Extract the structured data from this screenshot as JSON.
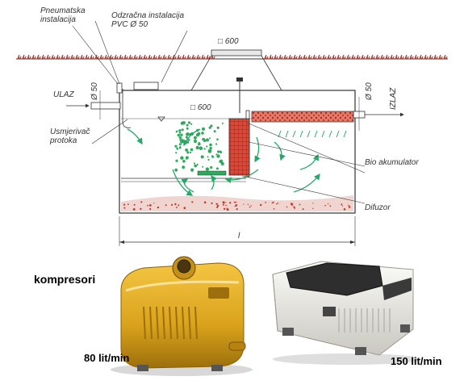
{
  "diagram": {
    "labels": {
      "pneumatic_installation": [
        "Pneumatska",
        "instalacija"
      ],
      "air_installation": [
        "Odzračna instalacija",
        "PVC Ø 50"
      ],
      "inlet": "ULAZ",
      "inlet_diameter": "Ø 50",
      "outlet": "IZLAZ",
      "outlet_diameter": "Ø 50",
      "manhole_top": "□ 600",
      "manhole_inner": "□ 600",
      "flow_director": [
        "Usmjerivač",
        "protoka"
      ],
      "bio_accumulator": "Bio akumulator",
      "diffuser": "Difuzor",
      "length": "l"
    },
    "colors": {
      "line": "#333333",
      "grass": "#c0392b",
      "arrows": "#27a86a",
      "bubbles": "#2eaa5c",
      "media": "#c0392b",
      "sludge": "#e9c9c4"
    }
  },
  "section_title": "kompresori",
  "compressors": [
    {
      "caption": "80 lit/min",
      "body_color": "#d9a21b",
      "icon": "yellow-air-compressor"
    },
    {
      "caption": "150 lit/min",
      "body_color": "#eceae3",
      "icon": "white-air-compressor"
    }
  ]
}
